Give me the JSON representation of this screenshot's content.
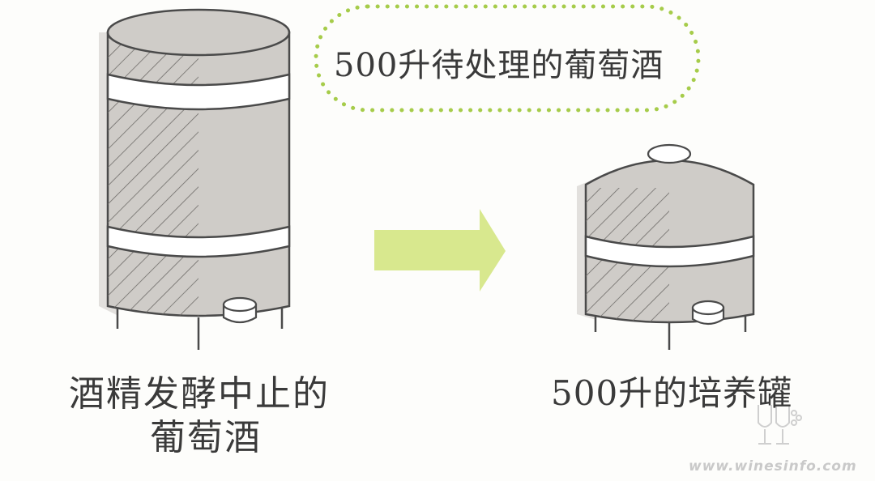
{
  "callout": {
    "text": "500升待处理的葡萄酒"
  },
  "source_tank": {
    "caption_line1": "酒精发酵中止的",
    "caption_line2": "葡萄酒"
  },
  "target_tank": {
    "caption": "500升的培养罐"
  },
  "watermark": {
    "url": "www.winesinfo.com"
  },
  "colors": {
    "tank_fill": "#cfccc8",
    "tank_outline": "#4a4a4a",
    "hatch": "#6f6c69",
    "band": "#ffffff",
    "arrow": "#d8e88e",
    "callout_dots": "#a6cc4a",
    "text": "#3a3a3a"
  }
}
